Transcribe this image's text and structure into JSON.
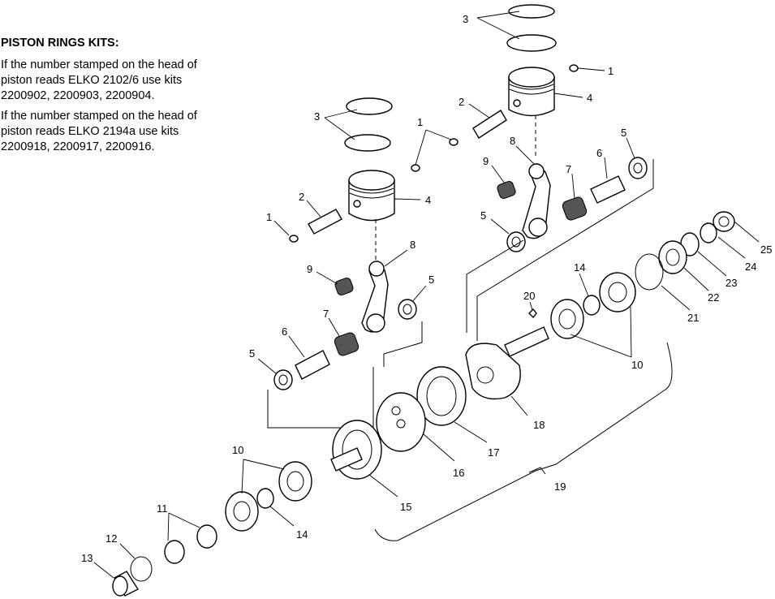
{
  "notes": {
    "title": "PISTON RINGS KITS:",
    "para1": {
      "line1": "If the number stamped on the head of",
      "line2": "piston reads ELKO 2102/6 use kits",
      "line3": "2200902, 2200903, 2200904."
    },
    "para2": {
      "line1": "If the number stamped on the head of",
      "line2": "piston reads ELKO 2194a use kits",
      "line3": "2200918, 2200917, 2200916."
    }
  },
  "callouts": [
    {
      "id": "c-3-top",
      "text": "3"
    },
    {
      "id": "c-1-top",
      "text": "1"
    },
    {
      "id": "c-2-top",
      "text": "2"
    },
    {
      "id": "c-4-top",
      "text": "4"
    },
    {
      "id": "c-8-top",
      "text": "8"
    },
    {
      "id": "c-9-top",
      "text": "9"
    },
    {
      "id": "c-7-top",
      "text": "7"
    },
    {
      "id": "c-6-top",
      "text": "6"
    },
    {
      "id": "c-5-top-right",
      "text": "5"
    },
    {
      "id": "c-5-top-left",
      "text": "5"
    },
    {
      "id": "c-3-left",
      "text": "3"
    },
    {
      "id": "c-1-mid",
      "text": "1"
    },
    {
      "id": "c-4-left",
      "text": "4"
    },
    {
      "id": "c-2-left",
      "text": "2"
    },
    {
      "id": "c-1-left",
      "text": "1"
    },
    {
      "id": "c-8-left",
      "text": "8"
    },
    {
      "id": "c-9-left",
      "text": "9"
    },
    {
      "id": "c-5-left-right",
      "text": "5"
    },
    {
      "id": "c-7-left",
      "text": "7"
    },
    {
      "id": "c-6-left",
      "text": "6"
    },
    {
      "id": "c-5-left-bottom",
      "text": "5"
    },
    {
      "id": "c-25",
      "text": "25"
    },
    {
      "id": "c-24",
      "text": "24"
    },
    {
      "id": "c-23",
      "text": "23"
    },
    {
      "id": "c-22",
      "text": "22"
    },
    {
      "id": "c-21",
      "text": "21"
    },
    {
      "id": "c-14-right",
      "text": "14"
    },
    {
      "id": "c-20",
      "text": "20"
    },
    {
      "id": "c-10-right",
      "text": "10"
    },
    {
      "id": "c-18",
      "text": "18"
    },
    {
      "id": "c-17",
      "text": "17"
    },
    {
      "id": "c-16",
      "text": "16"
    },
    {
      "id": "c-19",
      "text": "19"
    },
    {
      "id": "c-15",
      "text": "15"
    },
    {
      "id": "c-10-left",
      "text": "10"
    },
    {
      "id": "c-14-left",
      "text": "14"
    },
    {
      "id": "c-11",
      "text": "11"
    },
    {
      "id": "c-12",
      "text": "12"
    },
    {
      "id": "c-13",
      "text": "13"
    }
  ]
}
